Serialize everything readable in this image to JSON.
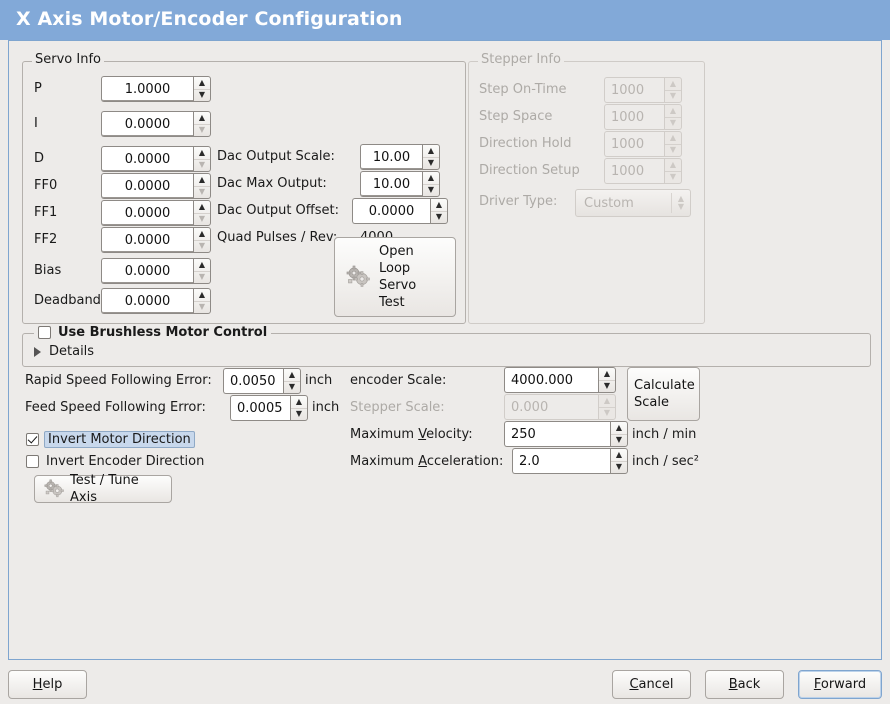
{
  "window": {
    "title": "X Axis Motor/Encoder Configuration",
    "accent": "#82a9d8"
  },
  "servo": {
    "legend": "Servo Info",
    "rows": [
      {
        "label": "P",
        "value": "1.0000"
      },
      {
        "label": "I",
        "value": "0.0000"
      },
      {
        "label": "D",
        "value": "0.0000"
      },
      {
        "label": "FF0",
        "value": "0.0000"
      },
      {
        "label": "FF1",
        "value": "0.0000"
      },
      {
        "label": "FF2",
        "value": "0.0000"
      },
      {
        "label": "Bias",
        "value": "0.0000"
      },
      {
        "label": "Deadband",
        "value": "0.0000"
      }
    ],
    "dac": [
      {
        "label": "Dac Output Scale:",
        "value": "10.00"
      },
      {
        "label": "Dac Max Output:",
        "value": "10.00"
      },
      {
        "label": "Dac Output Offset:",
        "value": "0.0000"
      }
    ],
    "quad_label": "Quad Pulses / Rev:",
    "quad_value": "4000",
    "open_loop_button": "Open\nLoop\nServo\nTest"
  },
  "stepper": {
    "legend": "Stepper Info",
    "rows": [
      {
        "label": "Step On-Time",
        "value": "1000"
      },
      {
        "label": "Step Space",
        "value": "1000"
      },
      {
        "label": "Direction Hold",
        "value": "1000"
      },
      {
        "label": "Direction Setup",
        "value": "1000"
      }
    ],
    "driver_label": "Driver Type:",
    "driver_value": "Custom"
  },
  "brushless": {
    "checkbox_label": "Use Brushless Motor Control",
    "checked": false,
    "details_label": "Details"
  },
  "tuning": {
    "rapid_label": "Rapid Speed Following Error:",
    "rapid_value": "0.0050",
    "rapid_unit": "inch",
    "feed_label": "Feed Speed Following Error:",
    "feed_value": "0.0005",
    "feed_unit": "inch",
    "invert_motor_label": "Invert Motor Direction",
    "invert_motor_checked": true,
    "invert_encoder_label": "Invert Encoder Direction",
    "invert_encoder_checked": false,
    "test_tune_button": "Test / Tune Axis"
  },
  "scale": {
    "encoder_label": "encoder Scale:",
    "encoder_value": "4000.000",
    "stepper_label": "Stepper Scale:",
    "stepper_value": "0.000",
    "max_vel_label_pre": "Maximum ",
    "max_vel_label_key": "V",
    "max_vel_label_post": "elocity:",
    "max_vel_value": "250",
    "max_vel_unit": "inch / min",
    "max_acc_label_pre": "Maximum ",
    "max_acc_label_key": "A",
    "max_acc_label_post": "cceleration:",
    "max_acc_value": "2.0",
    "max_acc_unit": "inch / sec²",
    "calculate_button": "Calculate\nScale"
  },
  "actions": {
    "help": {
      "key": "H",
      "rest": "elp"
    },
    "cancel": {
      "key": "C",
      "rest": "ancel"
    },
    "back": {
      "key": "B",
      "rest": "ack"
    },
    "forward": {
      "key": "F",
      "rest": "orward"
    }
  }
}
